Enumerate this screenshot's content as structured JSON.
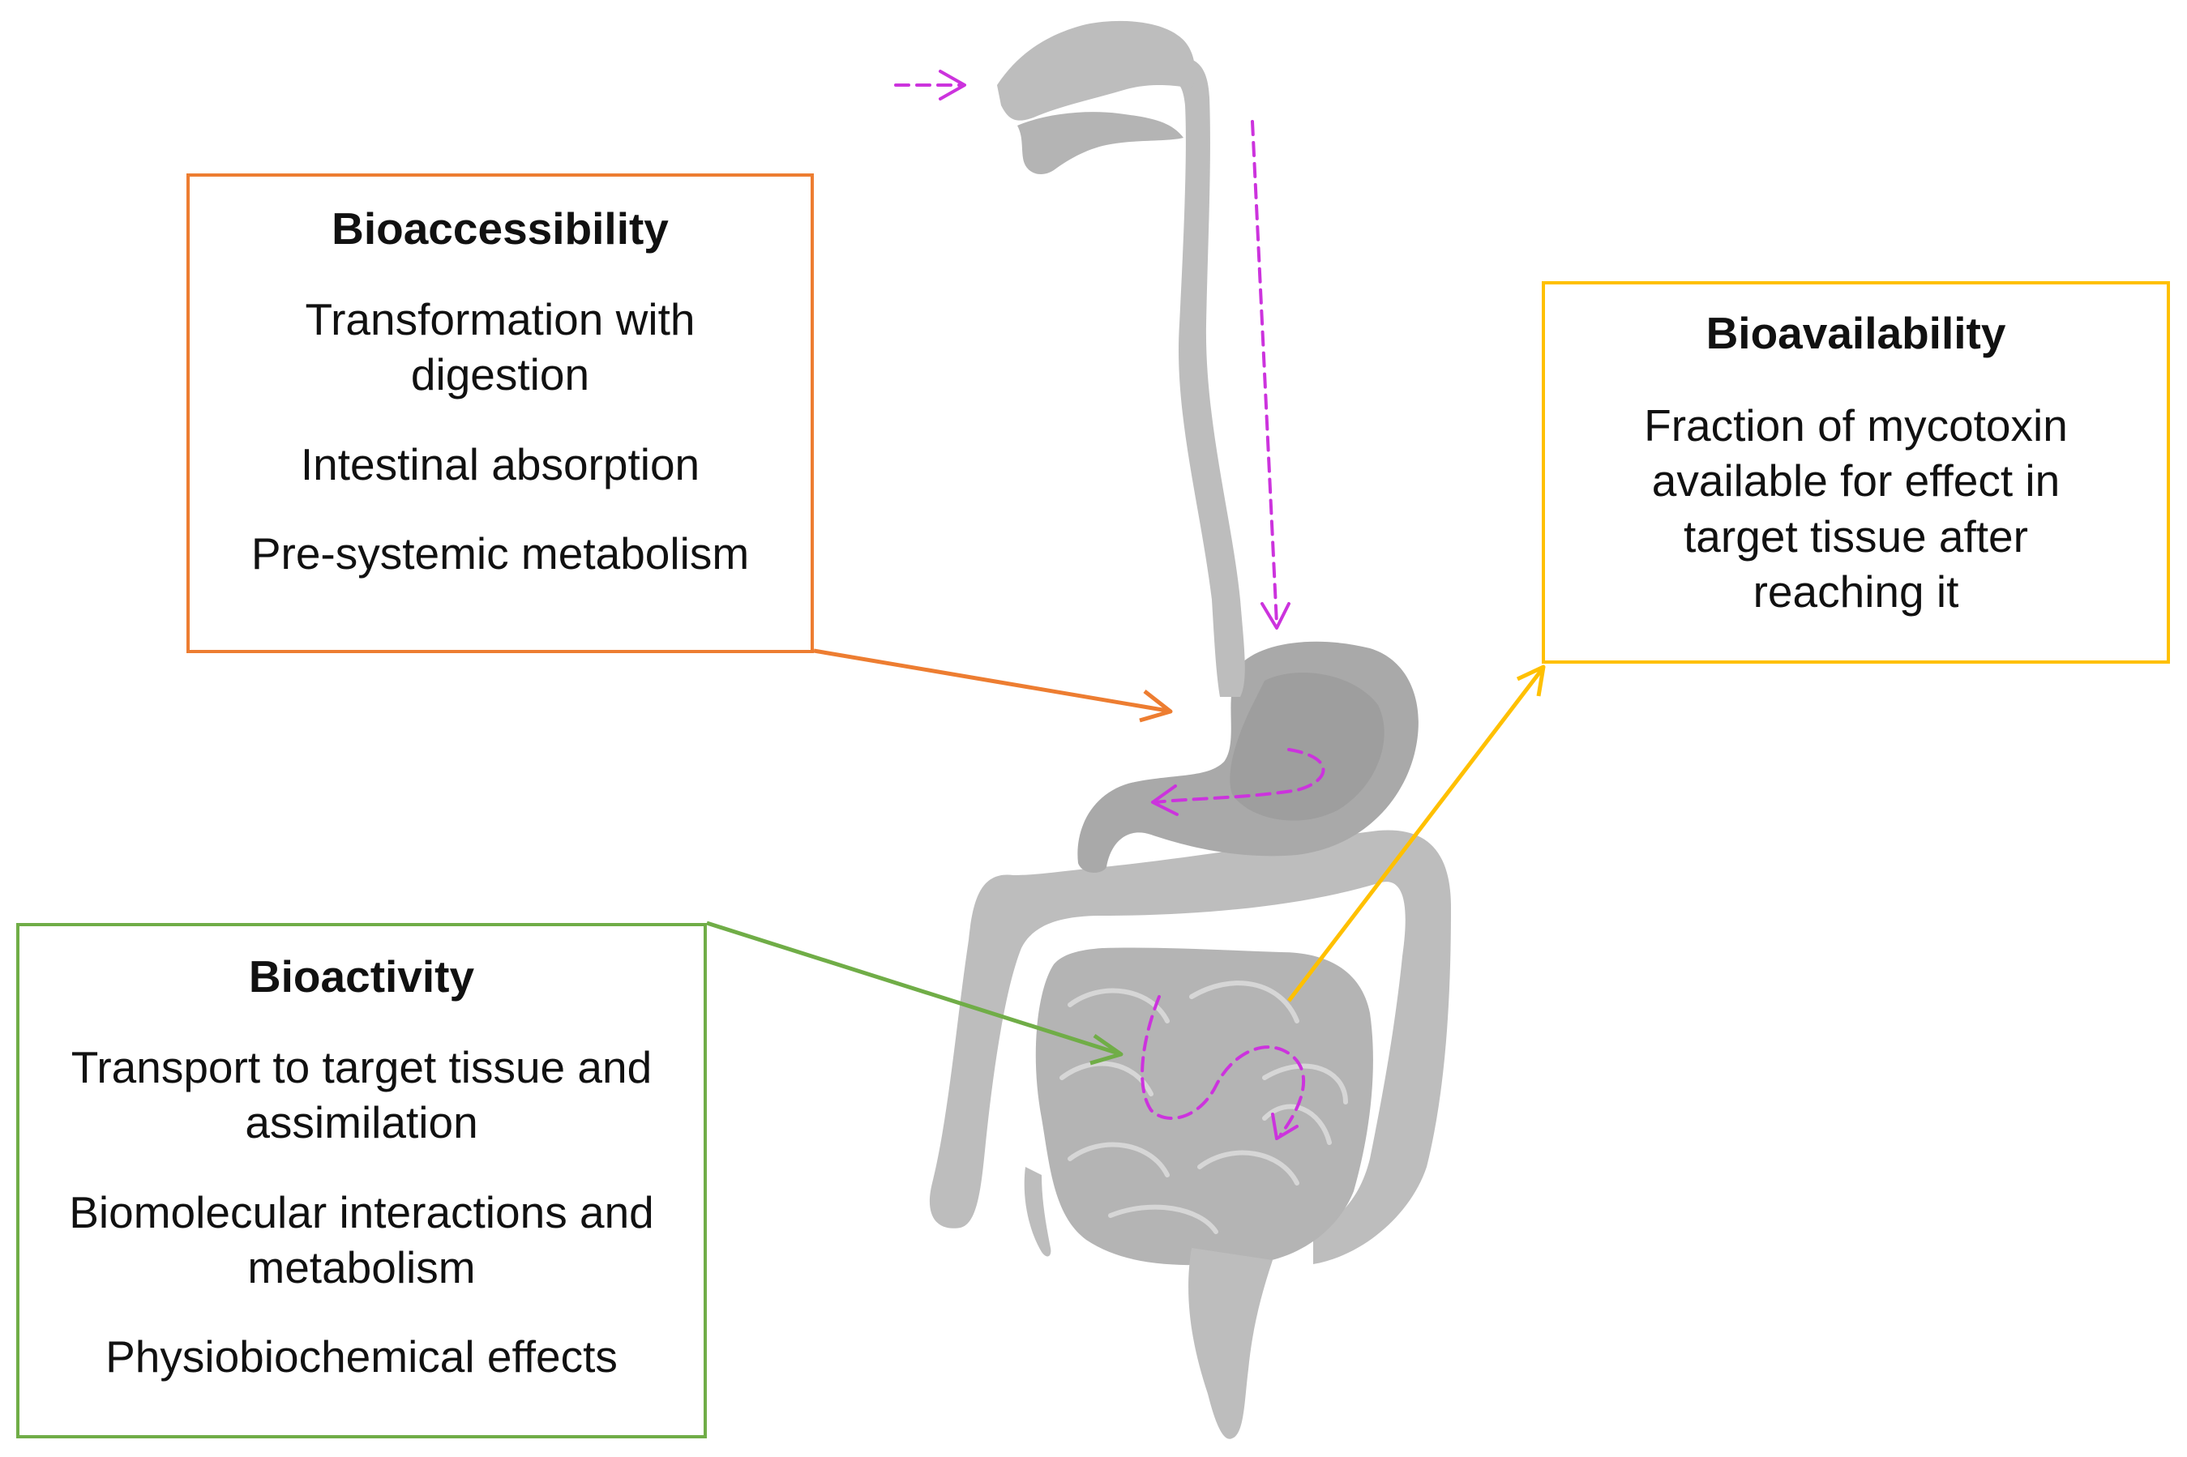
{
  "boxes": {
    "bioaccessibility": {
      "title": "Bioaccessibility",
      "items": [
        [
          "Transformation with",
          "digestion"
        ],
        [
          "Intestinal absorption"
        ],
        [
          "Pre-systemic metabolism"
        ]
      ],
      "color": "#ed7d31"
    },
    "bioavailability": {
      "title": "Bioavailability",
      "lines": [
        "Fraction of mycotoxin",
        "available for effect in",
        "target tissue after",
        "reaching it"
      ],
      "color": "#ffc000"
    },
    "bioactivity": {
      "title": "Bioactivity",
      "items": [
        [
          "Transport to target tissue and",
          "assimilation"
        ],
        [
          "Biomolecular interactions and",
          "metabolism"
        ],
        [
          "Physiobiochemical effects"
        ]
      ],
      "color": "#70ad47"
    }
  },
  "colors": {
    "digestive_tract": "#bdbdbd",
    "digestive_tract_shadow": "#a9a9a9",
    "flow_arrows": "#cc33dd"
  },
  "icons": {
    "digestive_system": "digestive-system-illustration"
  }
}
